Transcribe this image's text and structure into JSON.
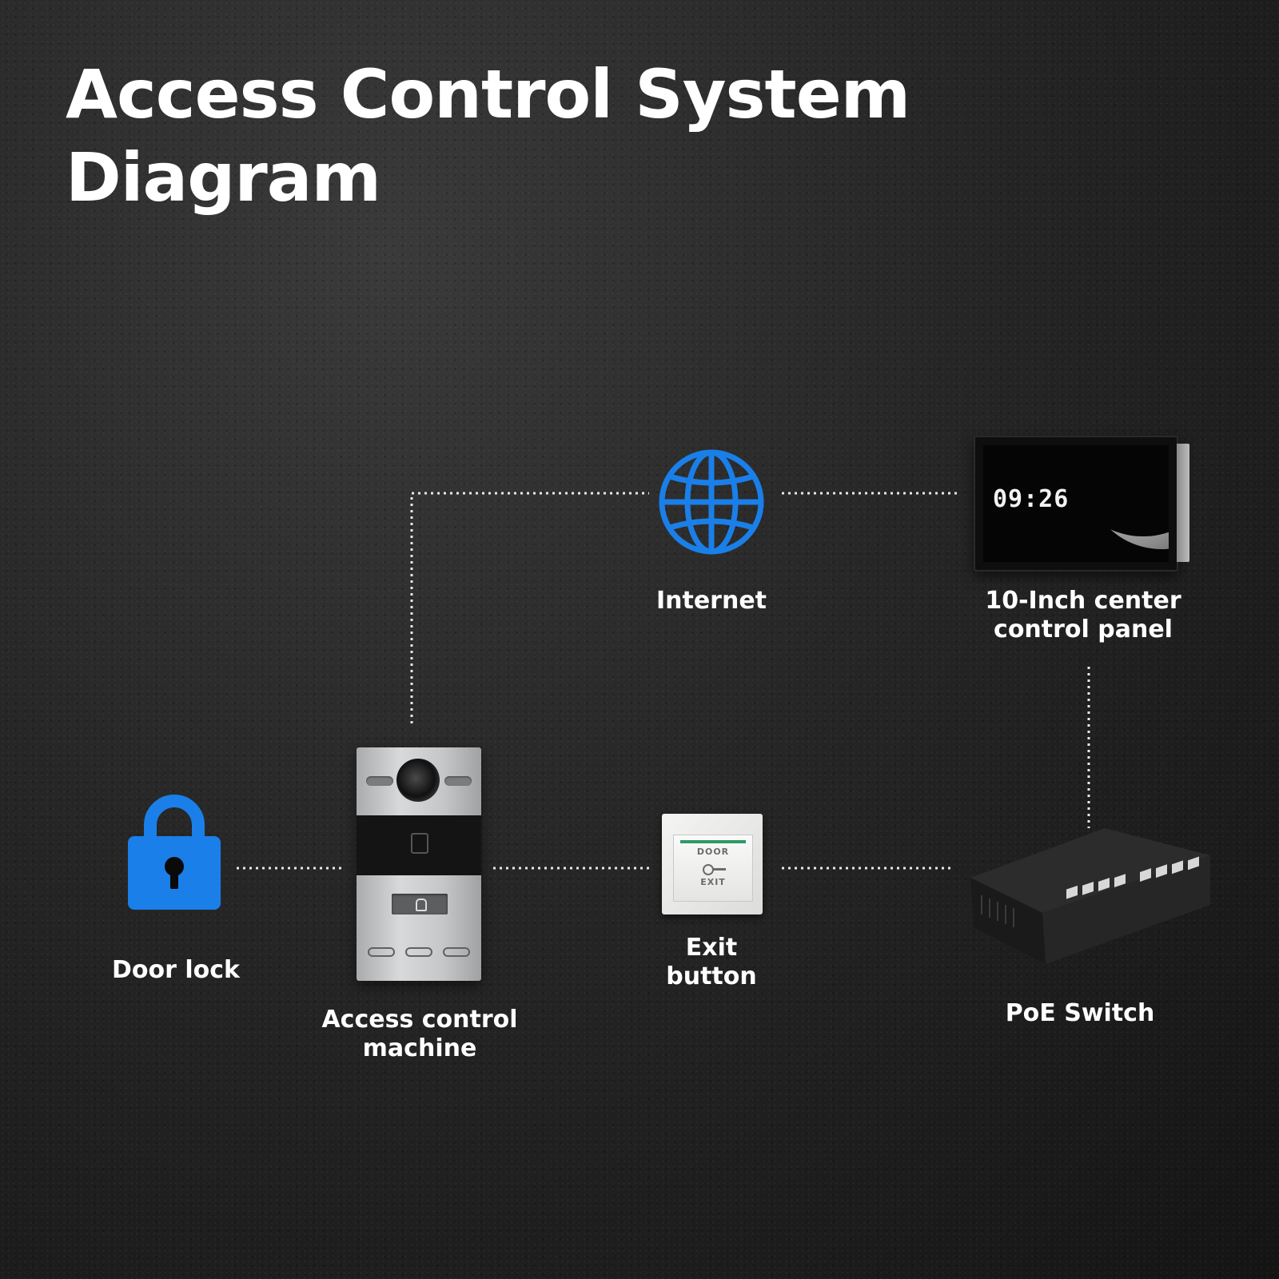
{
  "title": {
    "line1": "Access Control System",
    "line2": "Diagram"
  },
  "nodes": {
    "internet": {
      "label": "Internet",
      "icon": "globe-icon",
      "color": "#1a7fe8"
    },
    "control_panel": {
      "label_line1": "10-Inch center",
      "label_line2": "control panel",
      "screen_time": "09:26"
    },
    "door_lock": {
      "label": "Door lock",
      "icon": "padlock-icon",
      "color": "#1a7fe8"
    },
    "access_machine": {
      "label_line1": "Access control",
      "label_line2": "machine"
    },
    "exit_button": {
      "label_line1": "Exit",
      "label_line2": "button",
      "plate_top": "DOOR",
      "plate_bottom": "EXIT"
    },
    "poe_switch": {
      "label": "PoE Switch"
    }
  },
  "connections": [
    {
      "from": "access_machine",
      "to": "internet",
      "style": "dotted"
    },
    {
      "from": "internet",
      "to": "control_panel",
      "style": "dotted"
    },
    {
      "from": "control_panel",
      "to": "poe_switch",
      "style": "dotted"
    },
    {
      "from": "door_lock",
      "to": "access_machine",
      "style": "dotted"
    },
    {
      "from": "access_machine",
      "to": "exit_button",
      "style": "dotted"
    },
    {
      "from": "exit_button",
      "to": "poe_switch",
      "style": "dotted"
    }
  ],
  "colors": {
    "background": "#262626",
    "accent": "#1a7fe8",
    "text": "#ffffff"
  }
}
